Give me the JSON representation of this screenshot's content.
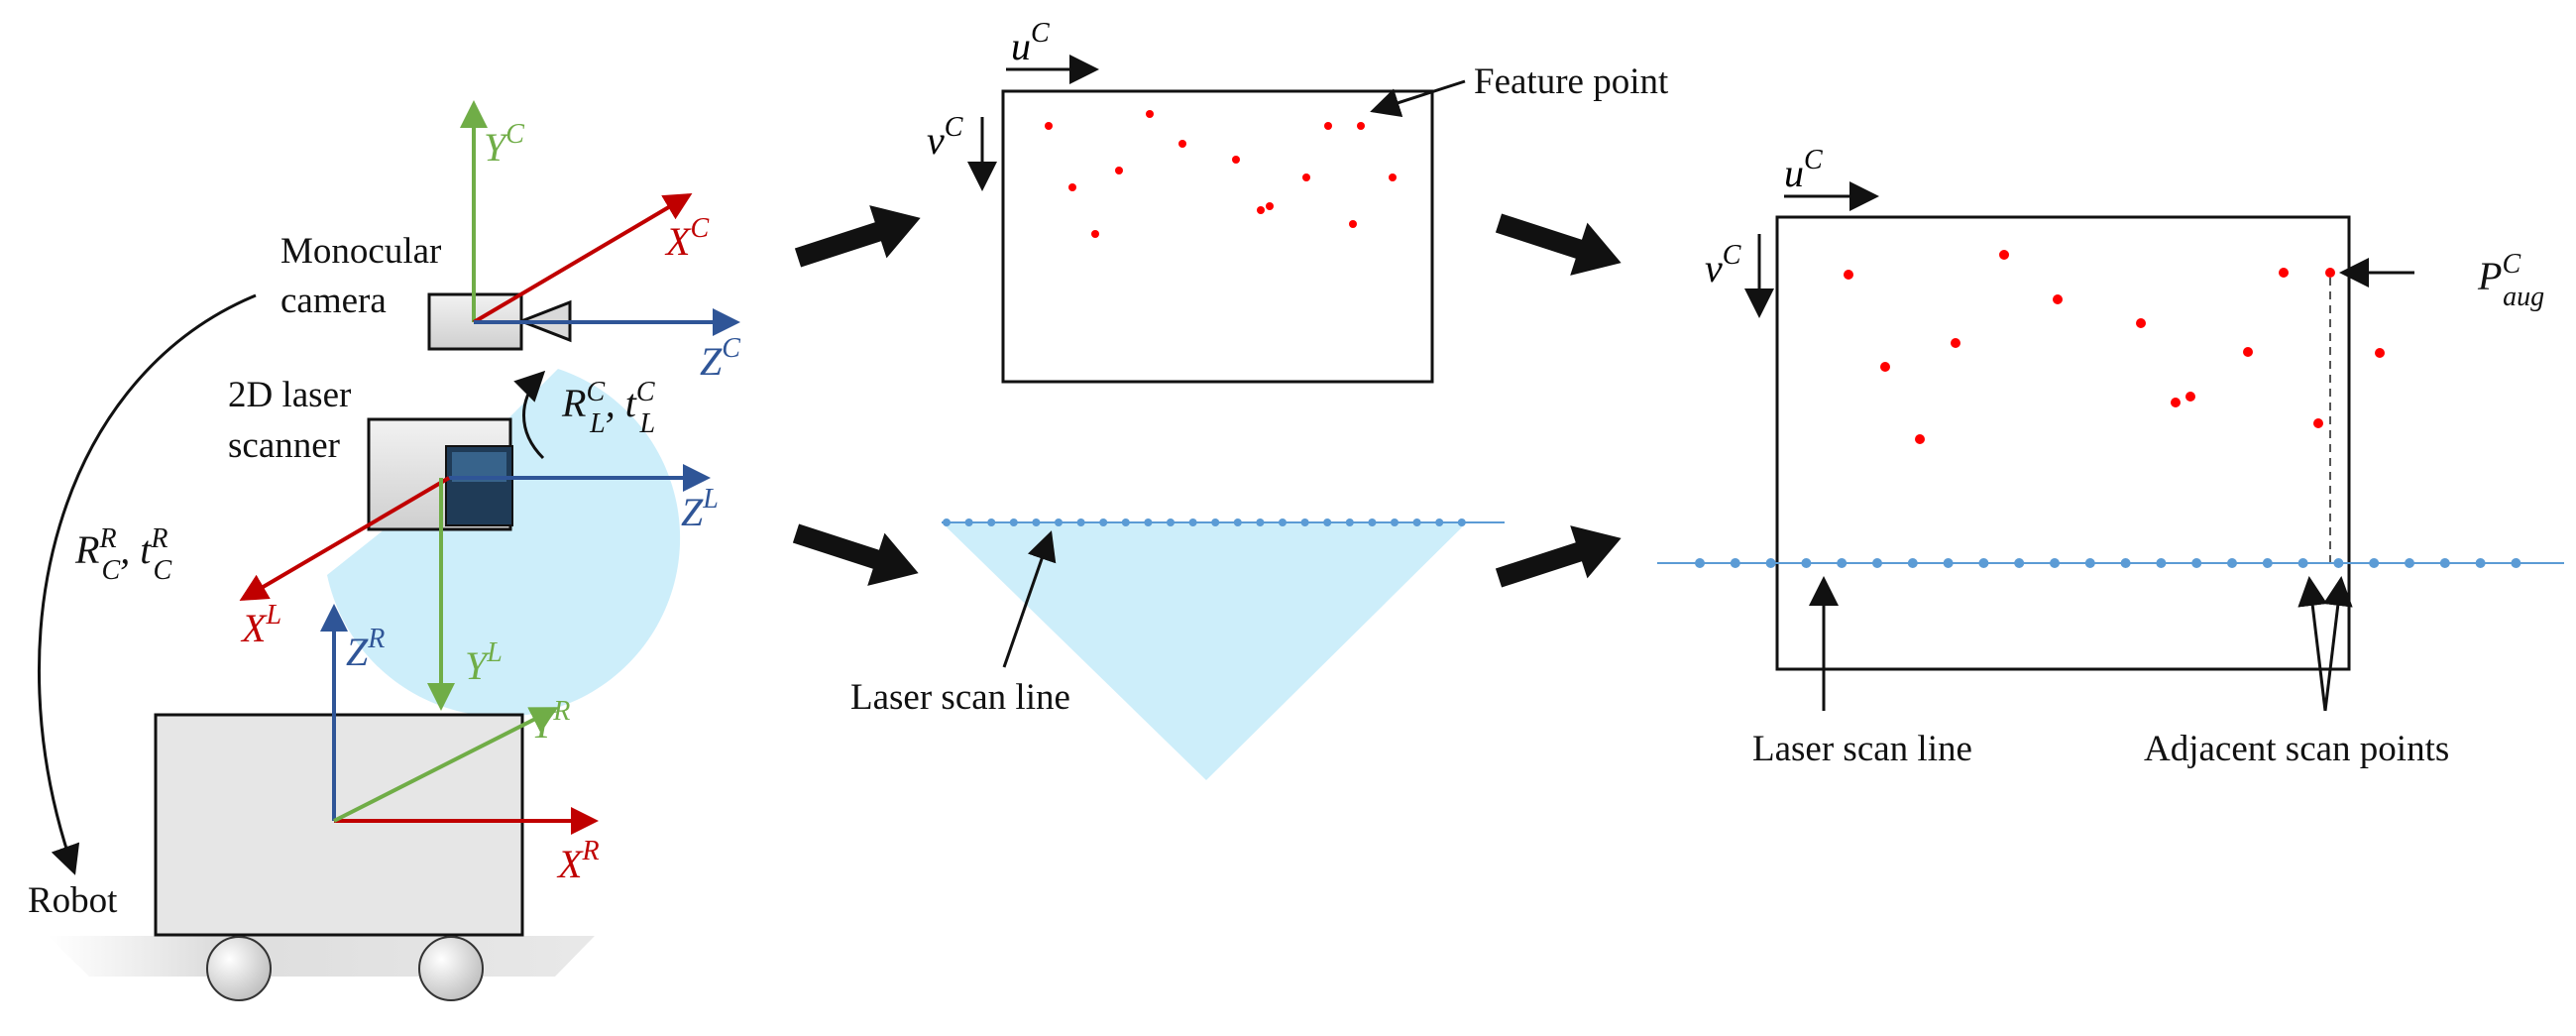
{
  "colors": {
    "red_axis": "#c00000",
    "green_axis": "#70ad47",
    "blue_axis": "#2f5597",
    "black": "#111111",
    "feature_point": "#ff0000",
    "scan_point": "#5b9bd5",
    "fov_fill": "#cdeefa",
    "body_fill": "#e6e6e6"
  },
  "labels": {
    "monocular_camera_1": "Monocular",
    "monocular_camera_2": "camera",
    "laser_scanner_1": "2D laser",
    "laser_scanner_2": "scanner",
    "robot": "Robot",
    "feature_point": "Feature point",
    "laser_scan_line_mid": "Laser scan line",
    "laser_scan_line_right": "Laser scan line",
    "adjacent_scan_points": "Adjacent scan points"
  },
  "math": {
    "yc": {
      "base": "Y",
      "sup": "C"
    },
    "xc": {
      "base": "X",
      "sup": "C"
    },
    "zc": {
      "base": "Z",
      "sup": "C"
    },
    "xl": {
      "base": "X",
      "sup": "L"
    },
    "yl": {
      "base": "Y",
      "sup": "L"
    },
    "zl": {
      "base": "Z",
      "sup": "L"
    },
    "xr": {
      "base": "X",
      "sup": "R"
    },
    "yr": {
      "base": "Y",
      "sup": "R"
    },
    "zr": {
      "base": "Z",
      "sup": "R"
    },
    "u_mid": {
      "base": "u",
      "sup": "C"
    },
    "v_mid": {
      "base": "v",
      "sup": "C"
    },
    "u_right": {
      "base": "u",
      "sup": "C"
    },
    "v_right": {
      "base": "v",
      "sup": "C"
    },
    "rl": {
      "r": "R",
      "r_sub": "L",
      "r_sup": "C",
      "sep": ", ",
      "t": "t",
      "t_sub": "L",
      "t_sup": "C"
    },
    "rc": {
      "r": "R",
      "r_sub": "C",
      "r_sup": "R",
      "sep": ", ",
      "t": "t",
      "t_sub": "C",
      "t_sup": "R"
    },
    "paug": {
      "base": "P",
      "sub": "aug",
      "sup": "C"
    }
  }
}
